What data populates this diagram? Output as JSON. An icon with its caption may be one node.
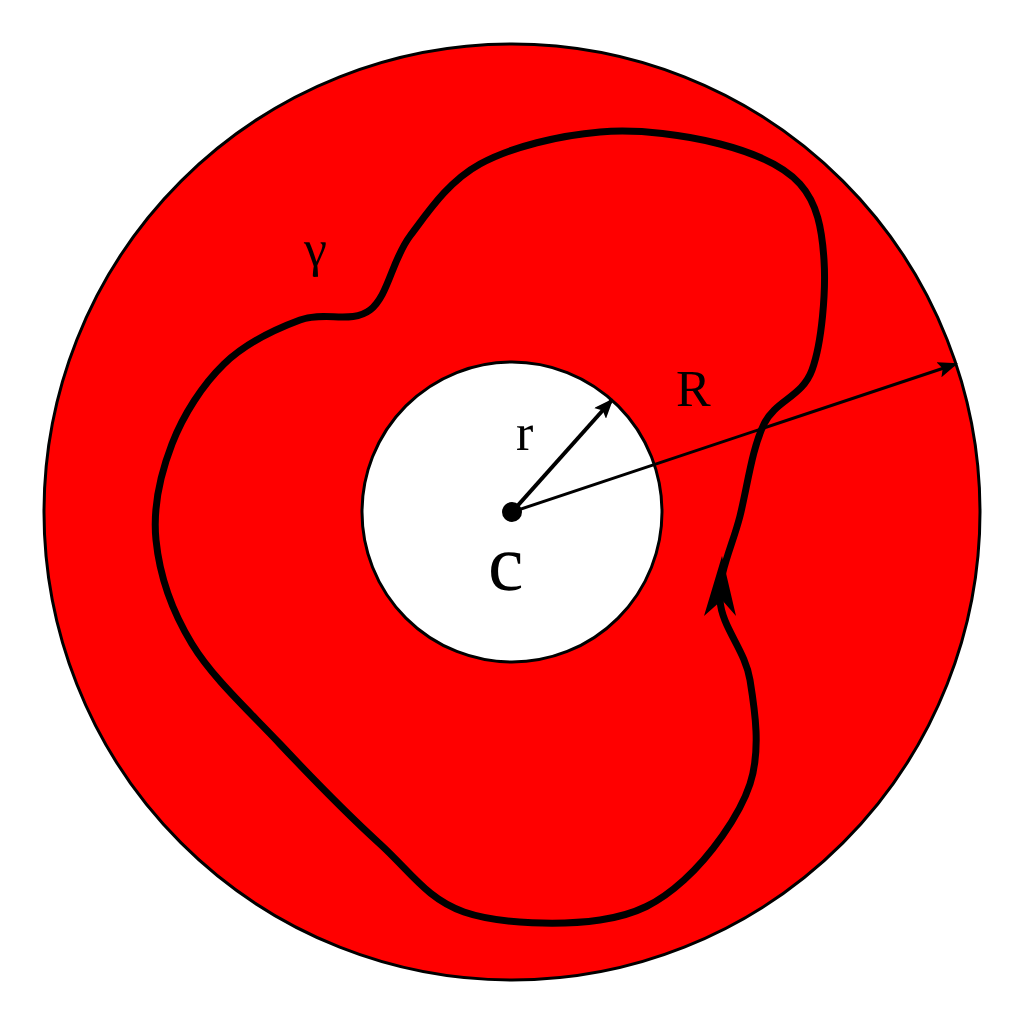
{
  "diagram": {
    "labels": [
      "γ",
      "R",
      "r",
      "c"
    ]
  }
}
